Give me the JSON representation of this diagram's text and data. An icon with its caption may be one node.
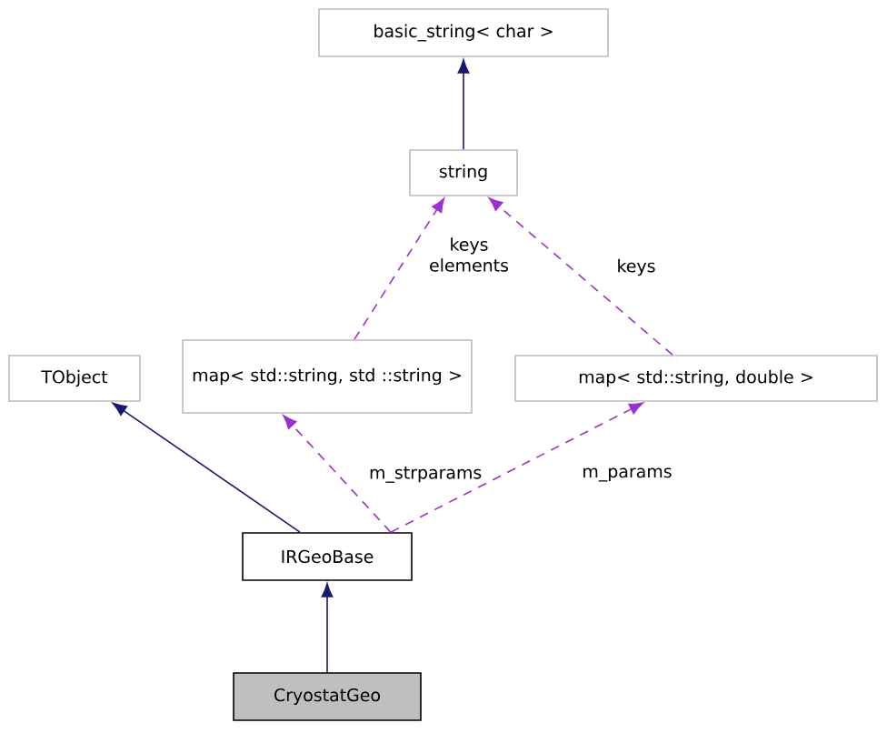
{
  "diagram": {
    "nodes": [
      {
        "text": [
          "basic_string< char >"
        ]
      },
      {
        "text": [
          "string"
        ]
      },
      {
        "text": [
          "TObject"
        ]
      },
      {
        "text": [
          "map< std::string, std ::string >"
        ]
      },
      {
        "text": [
          "map< std::string, double >"
        ]
      },
      {
        "text": [
          "IRGeoBase"
        ]
      },
      {
        "text": [
          "CryostatGeo"
        ]
      }
    ],
    "edges": [
      {
        "from": 1,
        "to": 0,
        "arrow": "to",
        "color": "#191970"
      },
      {
        "from": 3,
        "to": 1,
        "arrow": "to",
        "style": "dashed",
        "label": "keys elements"
      },
      {
        "from": 4,
        "to": 1,
        "arrow": "to",
        "style": "dashed",
        "label": "keys"
      },
      {
        "from": 5,
        "to": 2,
        "arrow": "to",
        "color": "#191970"
      },
      {
        "from": 5,
        "to": 3,
        "arrow": "to",
        "style": "dashed",
        "label": "m_strparams"
      },
      {
        "from": 5,
        "to": 4,
        "arrow": "to",
        "style": "dashed",
        "label": "m_params"
      },
      {
        "from": 6,
        "to": 5,
        "arrow": "to",
        "color": "#191970"
      }
    ]
  }
}
